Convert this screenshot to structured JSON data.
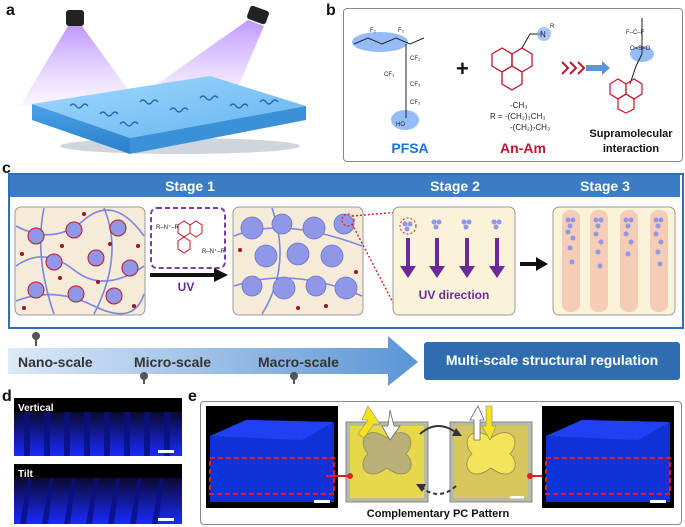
{
  "panels": {
    "a": "a",
    "b": "b",
    "c": "c",
    "d": "d",
    "e": "e"
  },
  "panel_b": {
    "plus": "+",
    "pfsa_label": "PFSA",
    "anam_label": "An-Am",
    "r_defs": [
      "-CH₃",
      "R = -(CH₂)₃CH₃",
      "-(CH₂)₇CH₃"
    ],
    "supramolecular_line1": "Supramolecular",
    "supramolecular_line2": "interaction",
    "colors": {
      "pfsa": "#1a73d9",
      "anam": "#c0152b",
      "arrow": "#c0152b"
    }
  },
  "panel_c": {
    "stage1": "Stage 1",
    "stage2": "Stage 2",
    "stage3": "Stage 3",
    "uv_label": "UV",
    "uv_direction": "UV direction",
    "colors": {
      "band": "#3b7cc4",
      "frame": "#2e6fb7",
      "arrow_purple": "#6a2a9c",
      "sphere": "#8f97e6"
    }
  },
  "scale_bar": {
    "nano": "Nano-scale",
    "micro": "Micro-scale",
    "macro": "Macro-scale",
    "regulation": "Multi-scale structural regulation",
    "colors": {
      "arrow": "#5b95d6",
      "box": "#2f6db0"
    }
  },
  "panel_d": {
    "vertical": "Vertical",
    "tilt": "Tilt"
  },
  "panel_e": {
    "caption": "Complementary PC Pattern",
    "colors": {
      "dashed": "#e02020",
      "pattern": "#f0e23a"
    }
  }
}
